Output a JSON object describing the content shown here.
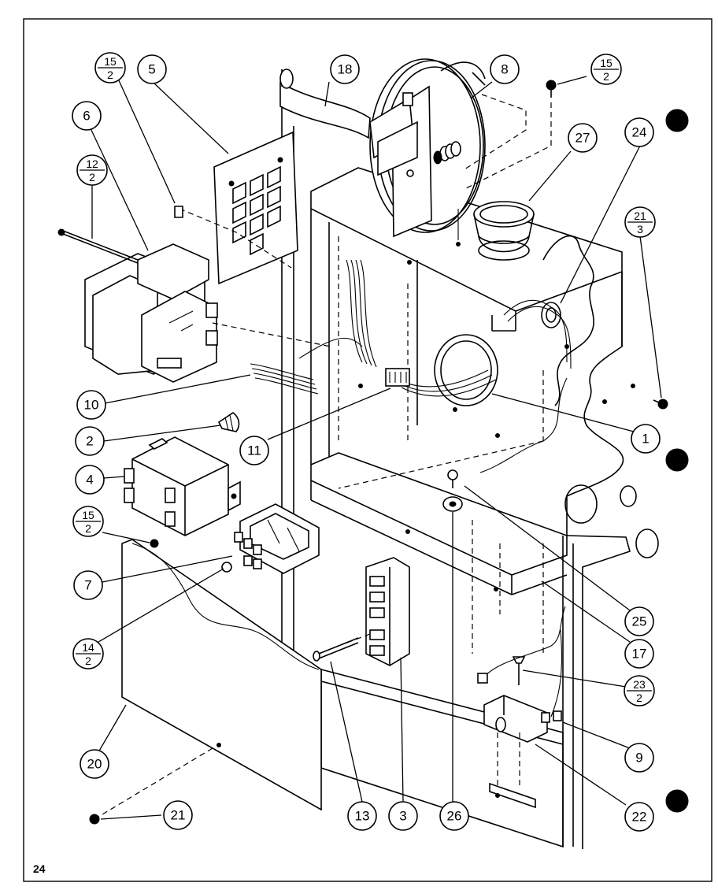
{
  "page_number": "24",
  "callouts": [
    {
      "id": "c-5",
      "label": "5"
    },
    {
      "id": "c-18",
      "label": "18"
    },
    {
      "id": "c-8",
      "label": "8"
    },
    {
      "id": "c-6",
      "label": "6"
    },
    {
      "id": "c-27",
      "label": "27"
    },
    {
      "id": "c-24",
      "label": "24"
    },
    {
      "id": "c-10",
      "label": "10"
    },
    {
      "id": "c-2",
      "label": "2"
    },
    {
      "id": "c-11",
      "label": "11"
    },
    {
      "id": "c-1",
      "label": "1"
    },
    {
      "id": "c-4",
      "label": "4"
    },
    {
      "id": "c-7",
      "label": "7"
    },
    {
      "id": "c-25",
      "label": "25"
    },
    {
      "id": "c-17",
      "label": "17"
    },
    {
      "id": "c-9",
      "label": "9"
    },
    {
      "id": "c-20",
      "label": "20"
    },
    {
      "id": "c-21",
      "label": "21"
    },
    {
      "id": "c-13",
      "label": "13"
    },
    {
      "id": "c-3",
      "label": "3"
    },
    {
      "id": "c-26",
      "label": "26"
    },
    {
      "id": "c-22",
      "label": "22"
    }
  ],
  "fraction_callouts": [
    {
      "id": "f-15-2-a",
      "top": "15",
      "bottom": "2"
    },
    {
      "id": "f-15-2-b",
      "top": "15",
      "bottom": "2"
    },
    {
      "id": "f-12-2",
      "top": "12",
      "bottom": "2"
    },
    {
      "id": "f-21-3",
      "top": "21",
      "bottom": "3"
    },
    {
      "id": "f-15-2-c",
      "top": "15",
      "bottom": "2"
    },
    {
      "id": "f-14-2",
      "top": "14",
      "bottom": "2"
    },
    {
      "id": "f-23-2",
      "top": "23",
      "bottom": "2"
    }
  ]
}
